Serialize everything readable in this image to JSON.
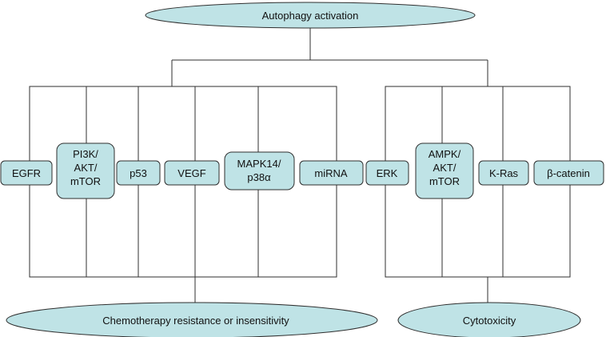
{
  "top_node": {
    "label": "Autophagy activation"
  },
  "left_group": {
    "nodes": [
      {
        "id": "egfr",
        "lines": [
          "EGFR"
        ]
      },
      {
        "id": "pi3k",
        "lines": [
          "PI3K/",
          "AKT/",
          "mTOR"
        ]
      },
      {
        "id": "p53",
        "lines": [
          "p53"
        ]
      },
      {
        "id": "vegf",
        "lines": [
          "VEGF"
        ]
      },
      {
        "id": "mapk14",
        "lines": [
          "MAPK14/",
          "p38α"
        ]
      },
      {
        "id": "mirna",
        "lines": [
          "miRNA"
        ]
      }
    ],
    "outcome": {
      "label": "Chemotherapy resistance or insensitivity"
    }
  },
  "right_group": {
    "nodes": [
      {
        "id": "erk",
        "lines": [
          "ERK"
        ]
      },
      {
        "id": "ampk",
        "lines": [
          "AMPK/",
          "AKT/",
          "mTOR"
        ]
      },
      {
        "id": "kras",
        "lines": [
          "K-Ras"
        ]
      },
      {
        "id": "bcatenin",
        "lines": [
          "β-catenin"
        ]
      }
    ],
    "outcome": {
      "label": "Cytotoxicity"
    }
  },
  "colors": {
    "node_fill": "#bfe3e6",
    "node_stroke": "#2f2f2f",
    "line": "#2f2f2f"
  }
}
